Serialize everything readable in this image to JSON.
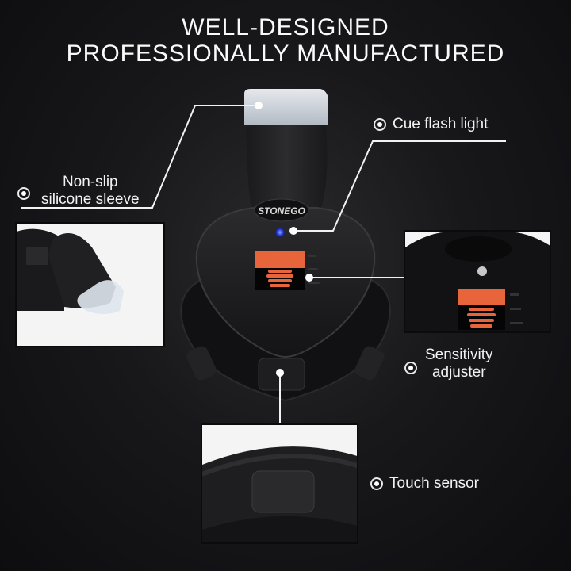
{
  "headline": {
    "line1": "WELL-DESIGNED",
    "line2": "PROFESSIONALLY MANUFACTURED"
  },
  "product": {
    "brand_logo": "STONEGO",
    "accent_colors": {
      "adjuster": "#e8643a",
      "led": "#2a3fd6",
      "sleeve": "#dfe6ee",
      "body": "#1c1c1e"
    }
  },
  "callouts": [
    {
      "id": "sleeve",
      "label_line1": "Non-slip",
      "label_line2": "silicone sleeve",
      "icon": "radio-bullet-icon"
    },
    {
      "id": "light",
      "label_line1": "Cue flash light",
      "label_line2": "",
      "icon": "radio-bullet-icon"
    },
    {
      "id": "adjuster",
      "label_line1": "Sensitivity",
      "label_line2": "adjuster",
      "icon": "radio-bullet-icon"
    },
    {
      "id": "sensor",
      "label_line1": "Touch sensor",
      "label_line2": "",
      "icon": "radio-bullet-icon"
    }
  ],
  "insets": [
    {
      "id": "sleeve-closeup",
      "subject": "silicone sleeve on clip"
    },
    {
      "id": "adjuster-closeup",
      "subject": "orange screw adjuster"
    },
    {
      "id": "sensor-closeup",
      "subject": "touch sensor pad"
    }
  ]
}
